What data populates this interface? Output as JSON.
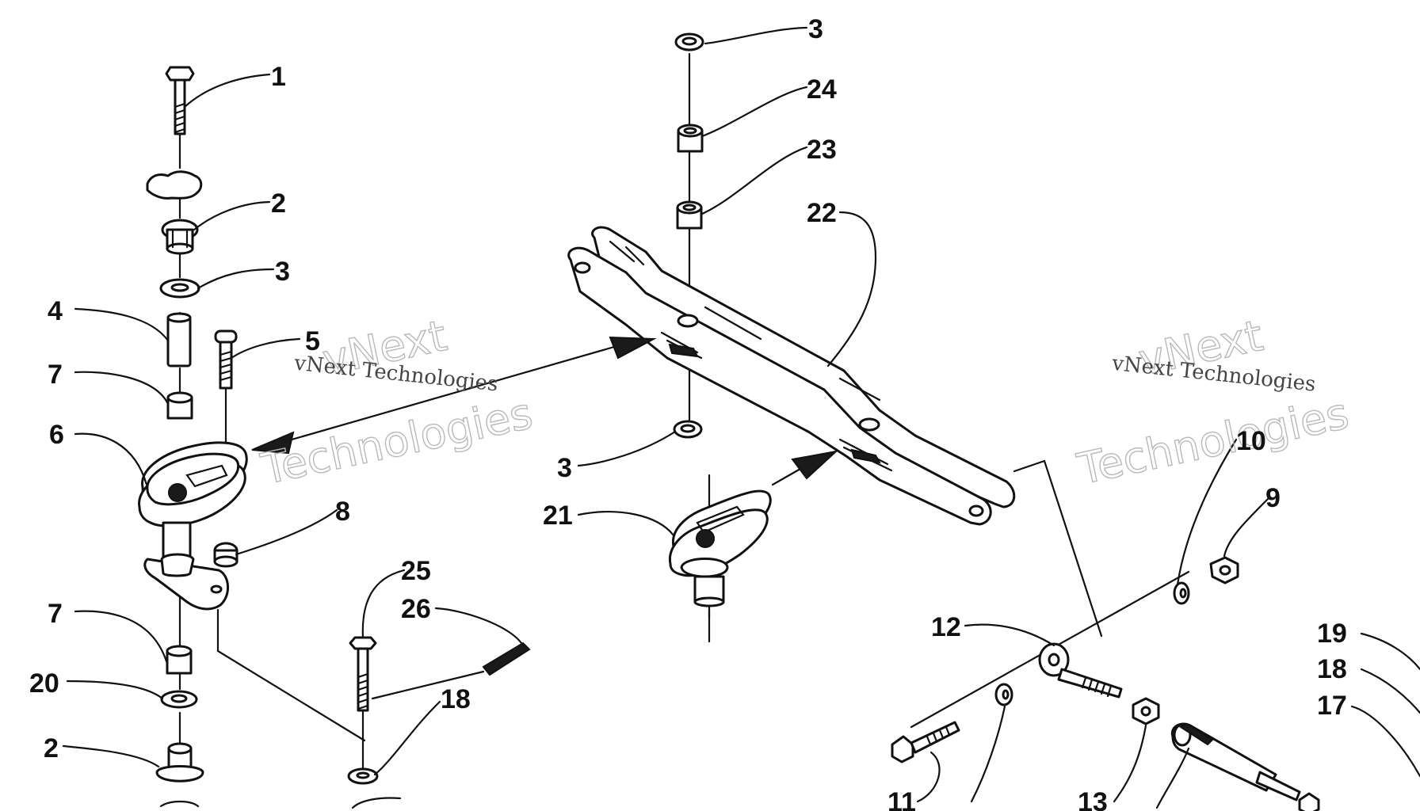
{
  "diagram": {
    "callouts": [
      {
        "id": "c1",
        "label": "1"
      },
      {
        "id": "c2a",
        "label": "2"
      },
      {
        "id": "c3a",
        "label": "3"
      },
      {
        "id": "c4",
        "label": "4"
      },
      {
        "id": "c5",
        "label": "5"
      },
      {
        "id": "c7a",
        "label": "7"
      },
      {
        "id": "c6",
        "label": "6"
      },
      {
        "id": "c8",
        "label": "8"
      },
      {
        "id": "c7b",
        "label": "7"
      },
      {
        "id": "c20",
        "label": "20"
      },
      {
        "id": "c2b",
        "label": "2"
      },
      {
        "id": "c25",
        "label": "25"
      },
      {
        "id": "c26",
        "label": "26"
      },
      {
        "id": "c18a",
        "label": "18"
      },
      {
        "id": "c3b",
        "label": "3"
      },
      {
        "id": "c24",
        "label": "24"
      },
      {
        "id": "c23",
        "label": "23"
      },
      {
        "id": "c22",
        "label": "22"
      },
      {
        "id": "c3c",
        "label": "3"
      },
      {
        "id": "c21",
        "label": "21"
      },
      {
        "id": "c10",
        "label": "10"
      },
      {
        "id": "c9",
        "label": "9"
      },
      {
        "id": "c12a",
        "label": "12"
      },
      {
        "id": "c19",
        "label": "19"
      },
      {
        "id": "c18b",
        "label": "18"
      },
      {
        "id": "c17",
        "label": "17"
      },
      {
        "id": "c11",
        "label": "11"
      },
      {
        "id": "c13",
        "label": "13"
      }
    ]
  },
  "watermarks": [
    {
      "brand": "vNext",
      "name": "Technologies",
      "caption": "vNext Technologies"
    },
    {
      "brand": "vNext",
      "name": "Technologies",
      "caption": "vNext Technologies"
    }
  ]
}
